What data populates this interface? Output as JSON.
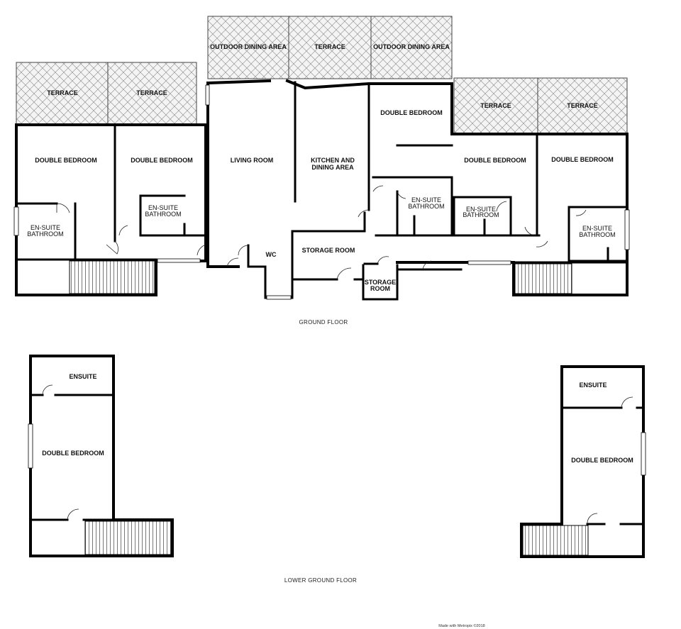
{
  "ground_floor": {
    "caption": "GROUND FLOOR",
    "terraces": [
      "TERRACE",
      "TERRACE",
      "OUTDOOR DINING AREA",
      "TERRACE",
      "OUTDOOR DINING AREA",
      "TERRACE",
      "TERRACE"
    ],
    "rooms": {
      "double_bedroom_1": "DOUBLE BEDROOM",
      "double_bedroom_2": "DOUBLE BEDROOM",
      "living_room": "LIVING ROOM",
      "kitchen_line1": "KITCHEN AND",
      "kitchen_line2": "DINING AREA",
      "double_bedroom_3": "DOUBLE BEDROOM",
      "double_bedroom_4": "DOUBLE BEDROOM",
      "double_bedroom_5": "DOUBLE BEDROOM",
      "ensuite_1_line1": "EN-SUITE",
      "ensuite_1_line2": "BATHROOM",
      "ensuite_2_line1": "EN-SUITE",
      "ensuite_2_line2": "BATHROOM",
      "ensuite_3_line1": "EN-SUITE",
      "ensuite_3_line2": "BATHROOM",
      "ensuite_4_line1": "EN-SUITE",
      "ensuite_4_line2": "BATHROOM",
      "ensuite_5_line1": "EN-SUITE",
      "ensuite_5_line2": "BATHROOM",
      "wc": "WC",
      "storage_room": "STORAGE ROOM",
      "storage_small_line1": "STORAGE",
      "storage_small_line2": "ROOM"
    }
  },
  "lower_ground_floor": {
    "caption": "LOWER GROUND FLOOR",
    "rooms": {
      "ensuite_left": "ENSUITE",
      "double_bedroom_left": "DOUBLE BEDROOM",
      "ensuite_right": "ENSUITE",
      "double_bedroom_right": "DOUBLE BEDROOM"
    }
  },
  "credit": "Made with Metropix ©2018"
}
